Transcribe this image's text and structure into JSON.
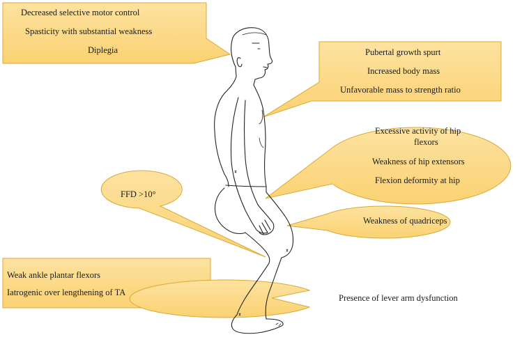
{
  "callouts": {
    "top_left": {
      "lines": [
        "Decreased selective motor control",
        "Spasticity with substantial weakness",
        "Diplegia"
      ]
    },
    "top_right": {
      "lines": [
        "Pubertal growth spurt",
        "Increased body mass",
        "Unfavorable mass to strength ratio"
      ]
    },
    "hip": {
      "lines": [
        "Excessive activity of hip",
        "flexors",
        "Weakness of hip extensors",
        "Flexion deformity at hip"
      ]
    },
    "ffd": {
      "lines": [
        "FFD >10°"
      ]
    },
    "quadriceps": {
      "lines": [
        "Weakness of quadriceps"
      ]
    },
    "ankle": {
      "lines": [
        "Weak ankle plantar flexors",
        "Iatrogenic over lengthening of TA"
      ]
    },
    "lever_arm": {
      "lines": [
        "Presence of lever arm dysfunction"
      ]
    }
  },
  "colors": {
    "callout_fill": "#fcd77e",
    "callout_fill_light": "#fde9b4",
    "callout_stroke": "#d9a935",
    "figure_stroke": "#222222"
  }
}
